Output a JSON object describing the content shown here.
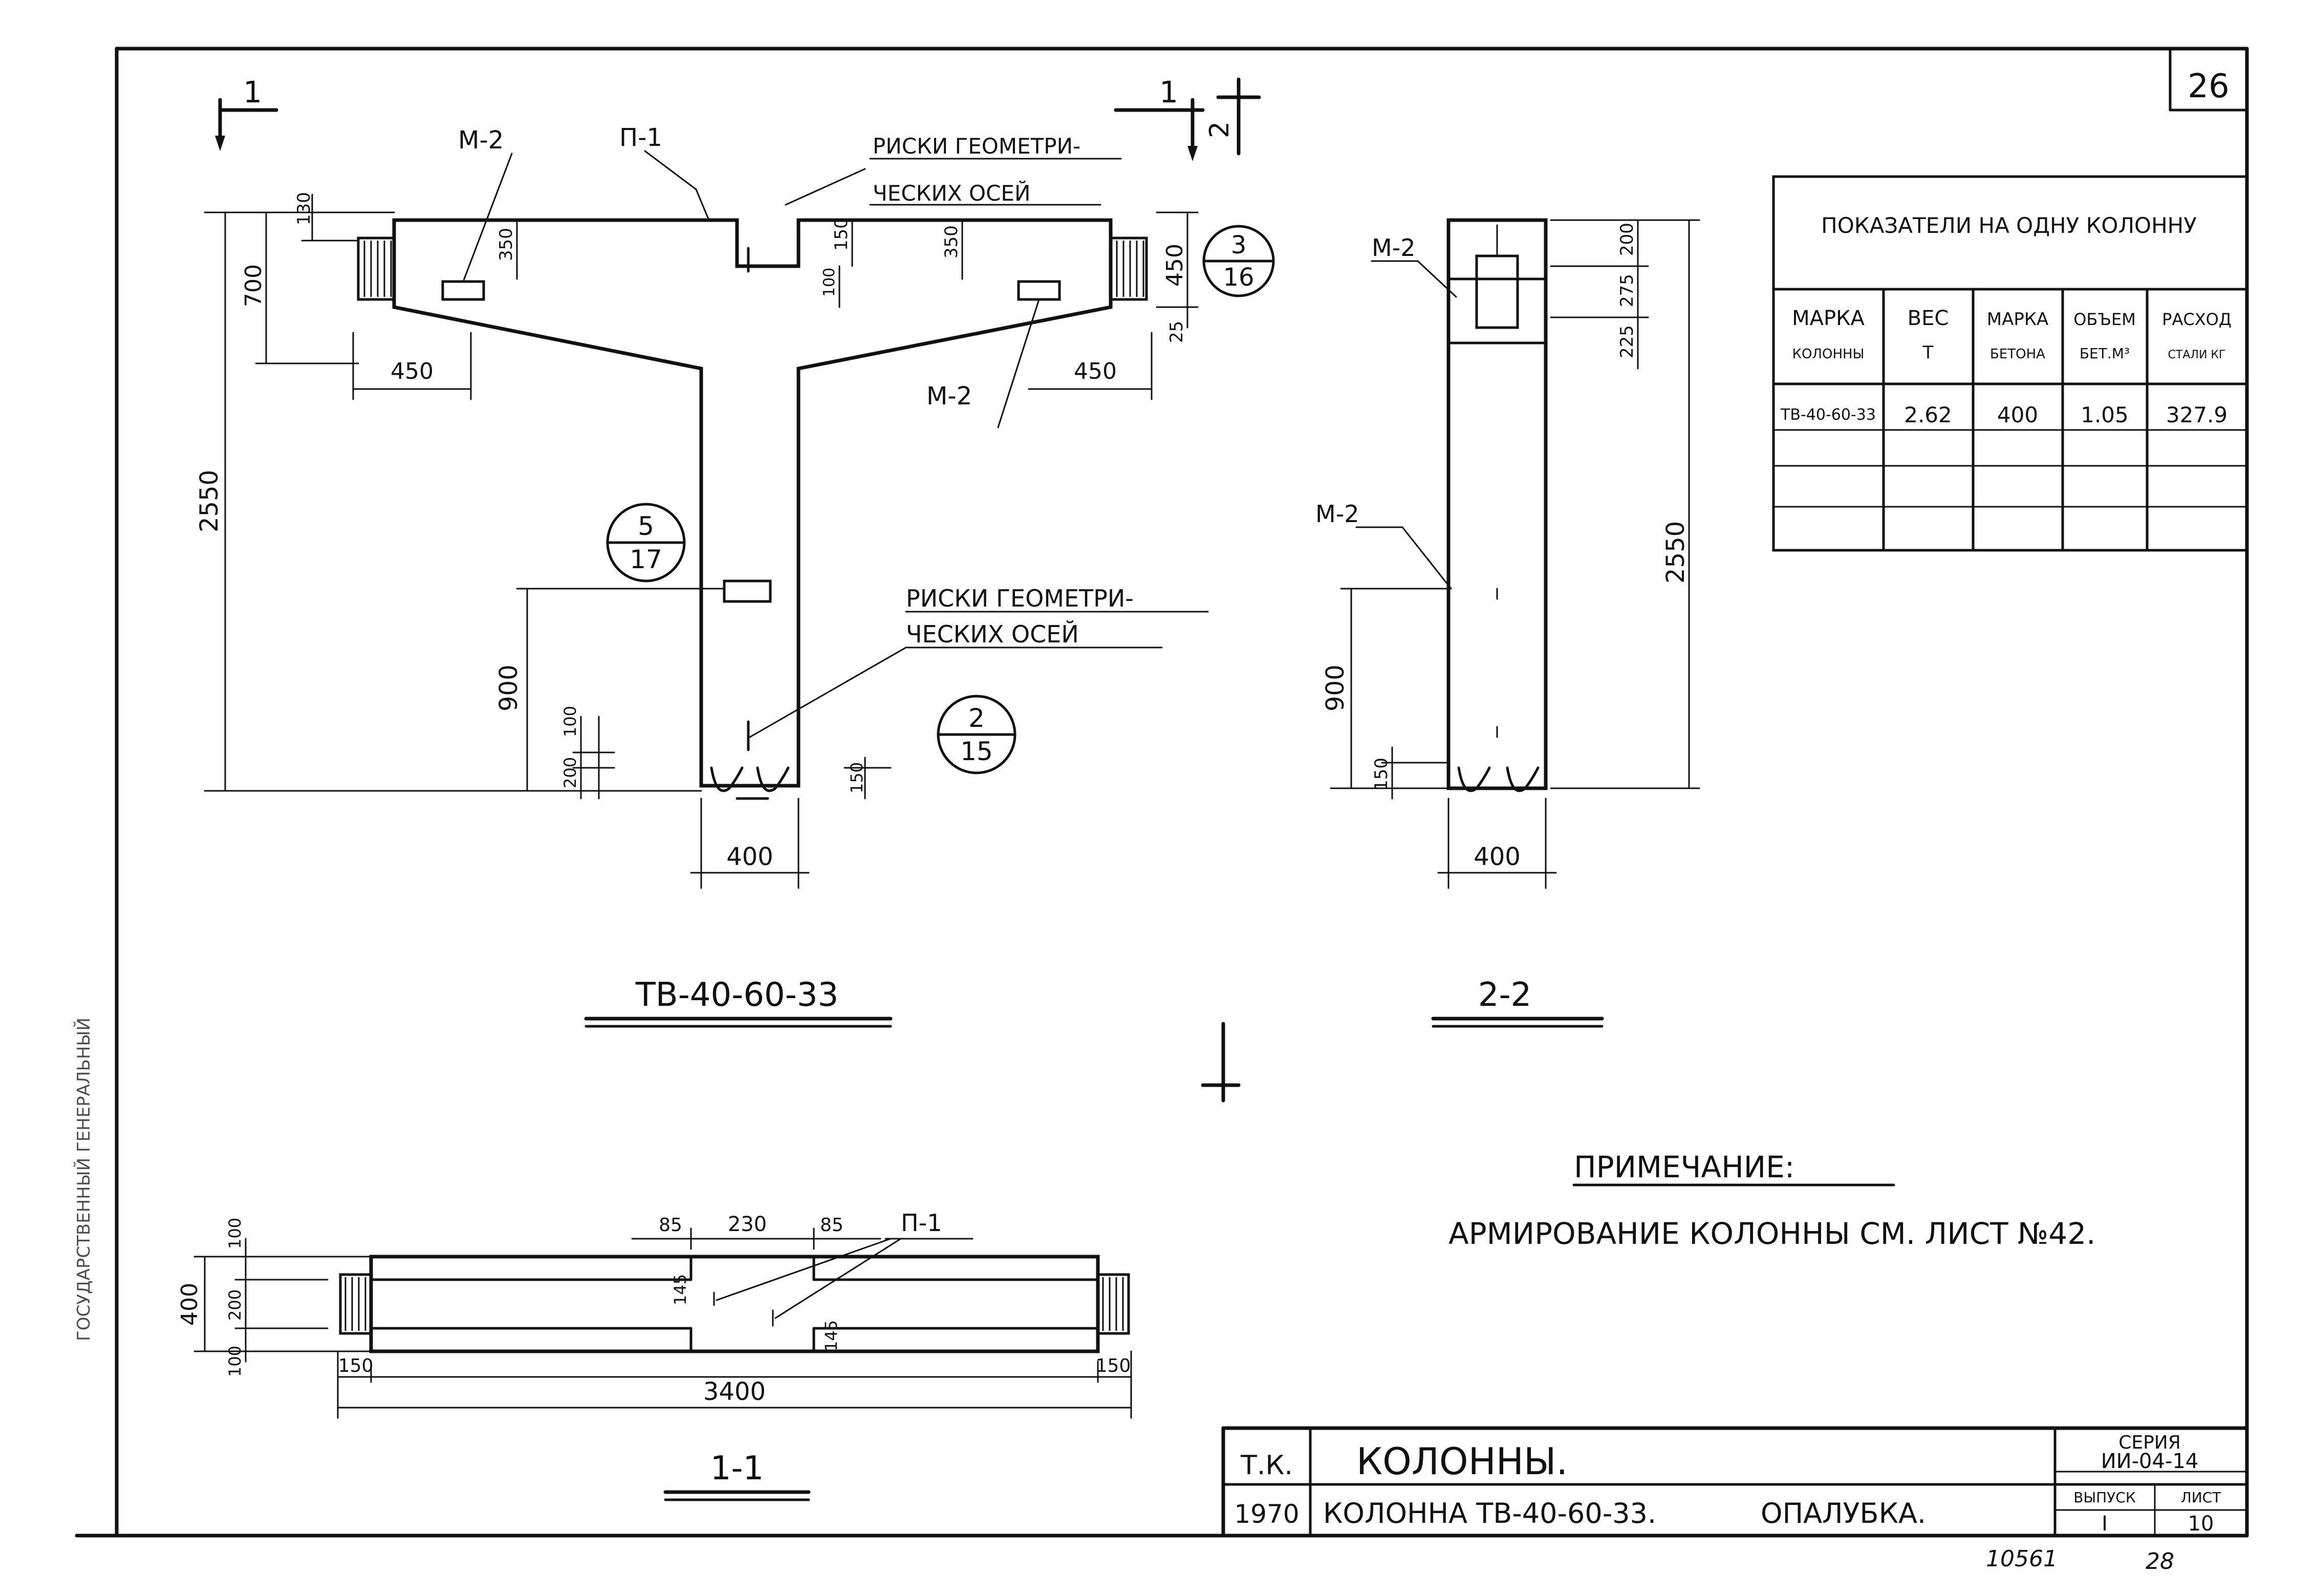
{
  "sheet": {
    "page_number": "26",
    "bottom_note_left": "10561",
    "bottom_note_right": "28",
    "margin_stamp": "ГОСУДАРСТВЕННЫЙ ГЕНЕРАЛЬНЫЙ"
  },
  "elevation": {
    "title": "ТВ-40-60-33",
    "section_mark_1": "1",
    "section_mark_1_right": "1",
    "section_mark_2": "2",
    "labels": {
      "m2_left": "М-2",
      "m2_right": "М-2",
      "p1": "П-1",
      "risks_top_1": "РИСКИ ГЕОМЕТРИ-",
      "risks_top_2": "ЧЕСКИХ ОСЕЙ",
      "risks_mid_1": "РИСКИ ГЕОМЕТРИ-",
      "risks_mid_2": "ЧЕСКИХ ОСЕЙ"
    },
    "callouts": [
      {
        "top": "3",
        "bottom": "16"
      },
      {
        "top": "5",
        "bottom": "17"
      },
      {
        "top": "2",
        "bottom": "15"
      }
    ],
    "dims": {
      "d130": "130",
      "d700": "700",
      "d350a": "350",
      "d150": "150",
      "d100": "100",
      "d350b": "350",
      "d450v": "450",
      "d25": "25",
      "d450l": "450",
      "d450r": "450",
      "d2550": "2550",
      "d900": "900",
      "d200": "200",
      "d100b": "100",
      "d150b": "150",
      "d400": "400"
    }
  },
  "section22": {
    "title": "2-2",
    "labels": {
      "m2_top": "М-2",
      "m2_mid": "М-2"
    },
    "dims": {
      "d200": "200",
      "d275": "275",
      "d225": "225",
      "d2550": "2550",
      "d900": "900",
      "d150": "150",
      "d400": "400"
    }
  },
  "section11": {
    "title": "1-1",
    "labels": {
      "p1": "П-1"
    },
    "dims": {
      "d85a": "85",
      "d230": "230",
      "d85b": "85",
      "d100t": "100",
      "d200": "200",
      "d100b": "100",
      "d400": "400",
      "d145a": "145",
      "d145b": "145",
      "d150l": "150",
      "d150r": "150",
      "d3400": "3400"
    }
  },
  "indicators": {
    "title": "ПОКАЗАТЕЛИ НА ОДНУ КОЛОННУ",
    "headers": [
      [
        "МАРКА",
        "КОЛОННЫ"
      ],
      [
        "ВЕС",
        "Т"
      ],
      [
        "МАРКА",
        "БЕТОНА"
      ],
      [
        "ОБЪЕМ",
        "БЕТ.М³"
      ],
      [
        "РАСХОД",
        "СТАЛИ КГ"
      ]
    ],
    "row": [
      "ТВ-40-60-33",
      "2.62",
      "400",
      "1.05",
      "327.9"
    ]
  },
  "note": {
    "heading": "ПРИМЕЧАНИЕ:",
    "text": "АРМИРОВАНИЕ КОЛОННЫ СМ. ЛИСТ №42."
  },
  "title_block": {
    "tk": "Т.К.",
    "year": "1970",
    "main_title": "КОЛОННЫ.",
    "subtitle": "КОЛОННА ТВ-40-60-33.",
    "subtitle2": "ОПАЛУБКА.",
    "series_label": "СЕРИЯ",
    "series_value": "ИИ-04-14",
    "issue_label": "ВЫПУСК",
    "issue_value": "I",
    "sheet_label": "ЛИСТ",
    "sheet_value": "10"
  }
}
